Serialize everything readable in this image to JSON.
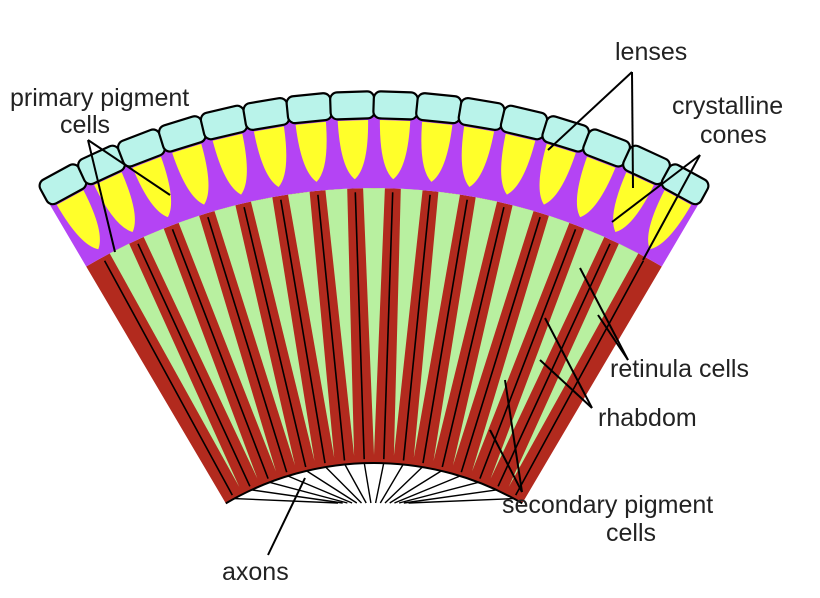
{
  "diagram": {
    "ommatidia_count": 16,
    "colors": {
      "lens": "#b9f3ea",
      "crystalline_cone": "#ffff2a",
      "primary_pigment": "#b444f4",
      "retinula": "#b22a1e",
      "secondary_pigment": "#b8f0a0",
      "outline": "#000000"
    },
    "labels": {
      "primary_pigment_line1": "primary pigment",
      "primary_pigment_line2": "cells",
      "lenses": "lenses",
      "crystalline_line1": "crystalline",
      "crystalline_line2": "cones",
      "retinula": "retinula cells",
      "rhabdom": "rhabdom",
      "secondary_line1": "secondary pigment",
      "secondary_line2": "cells",
      "axons": "axons"
    }
  }
}
